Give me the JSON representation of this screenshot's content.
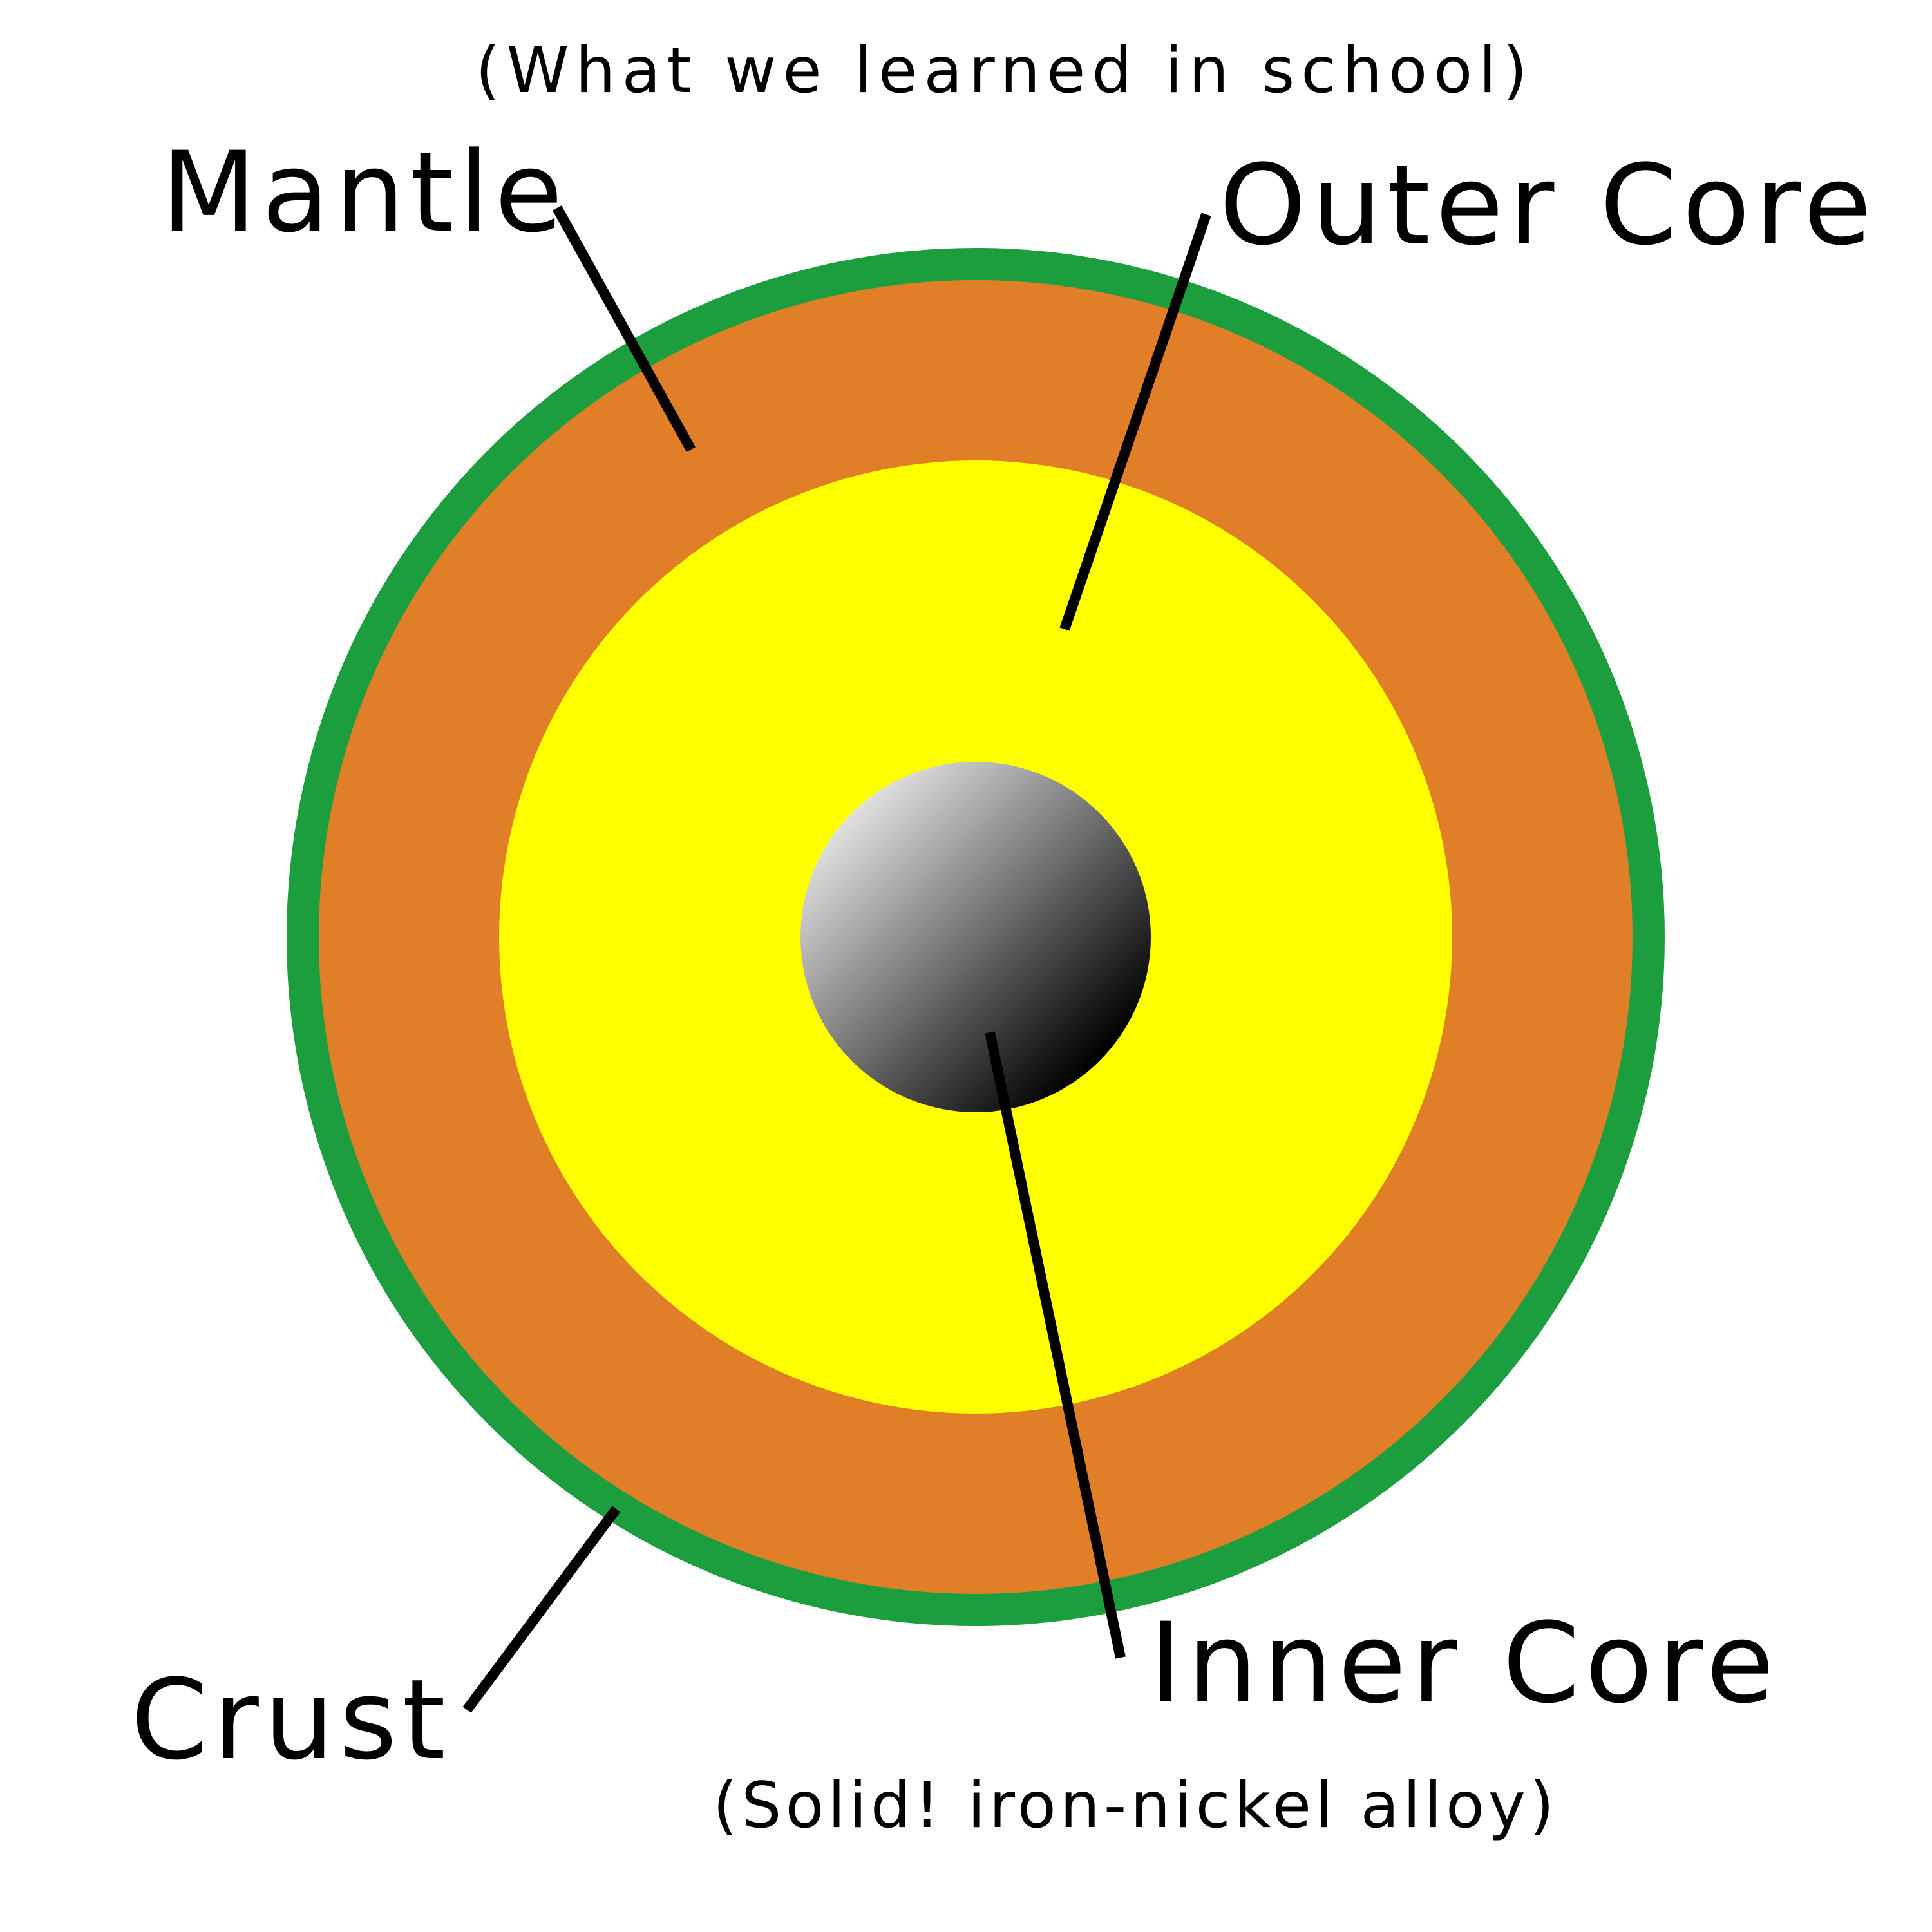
{
  "subtitle": "(What we learned in school)",
  "layers": {
    "crust": {
      "label": "Crust",
      "color": "#1c9e3e"
    },
    "mantle": {
      "label": "Mantle",
      "color": "#e07f28"
    },
    "outer_core": {
      "label": "Outer Core",
      "color": "#ffff00"
    },
    "inner_core": {
      "label": "Inner Core",
      "note": "(Solid! iron-nickel alloy)",
      "gradient_light": "#ffffff",
      "gradient_dark": "#000000"
    }
  },
  "colors": {
    "subtitle": "#cc0000",
    "label_text": "#000000",
    "leader_lines": "#000000"
  }
}
